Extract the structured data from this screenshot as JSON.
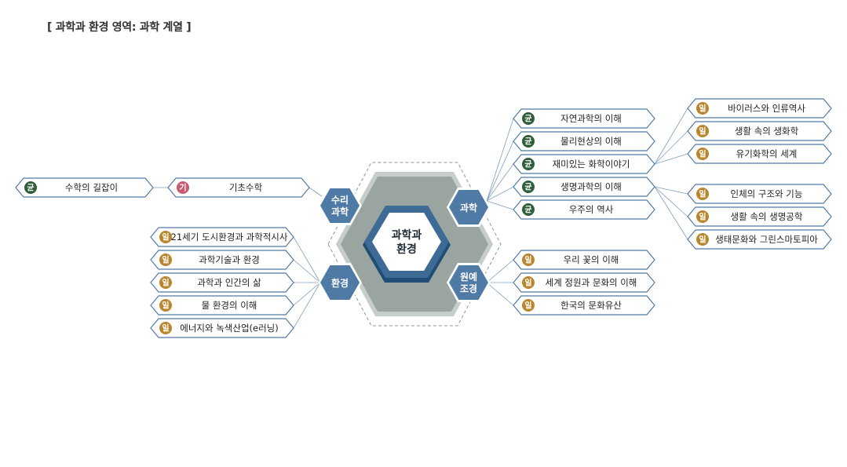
{
  "title": "[ 과학과 환경 영역: 과학 계열 ]",
  "center": {
    "line1": "과학과",
    "line2": "환경"
  },
  "categories": [
    {
      "id": "math",
      "line1": "수리",
      "line2": "과학"
    },
    {
      "id": "science",
      "line1": "과학",
      "line2": ""
    },
    {
      "id": "env",
      "line1": "환경",
      "line2": ""
    },
    {
      "id": "garden",
      "line1": "원예",
      "line2": "조경"
    }
  ],
  "badge_types": {
    "균": {
      "label": "균",
      "color": "#2e5e3a"
    },
    "기": {
      "label": "기",
      "color": "#c85a73"
    },
    "일": {
      "label": "일",
      "color": "#b9862e"
    }
  },
  "courses": {
    "math_foundation": {
      "badge": "기",
      "label": "기초수학"
    },
    "math_path": {
      "badge": "균",
      "label": "수학의 길잡이"
    },
    "science": [
      {
        "badge": "균",
        "label": "자연과학의 이해"
      },
      {
        "badge": "균",
        "label": "물리현상의 이해"
      },
      {
        "badge": "균",
        "label": "재미있는 화학이야기"
      },
      {
        "badge": "균",
        "label": "생명과학의 이해"
      },
      {
        "badge": "균",
        "label": "우주의 역사"
      }
    ],
    "chem_sub": [
      {
        "badge": "일",
        "label": "바이러스와 인류역사"
      },
      {
        "badge": "일",
        "label": "생활 속의 생화학"
      },
      {
        "badge": "일",
        "label": "유기화학의 세계"
      }
    ],
    "bio_sub": [
      {
        "badge": "일",
        "label": "인체의 구조와 기능"
      },
      {
        "badge": "일",
        "label": "생활 속의 생명공학"
      },
      {
        "badge": "일",
        "label": "생태문화와 그린스마토피아"
      }
    ],
    "env": [
      {
        "badge": "일",
        "label": "21세기 도시환경과 과학적시사"
      },
      {
        "badge": "일",
        "label": "과학기술과 환경"
      },
      {
        "badge": "일",
        "label": "과학과 인간의 삶"
      },
      {
        "badge": "일",
        "label": "물 환경의 이해"
      },
      {
        "badge": "일",
        "label": "에너지와 녹색산업(e러닝)"
      }
    ],
    "garden": [
      {
        "badge": "일",
        "label": "우리 꽃의 이해"
      },
      {
        "badge": "일",
        "label": "세계 정원과 문화의 이해"
      },
      {
        "badge": "일",
        "label": "한국의 문화유산"
      }
    ]
  },
  "colors": {
    "category_fill": "#4f7aa6",
    "center_ring_light": "#3e6b96",
    "center_ring_dark": "#1f4d73",
    "gray_hex": "#9aa5a1",
    "gray_hex_outer": "#c7ceca",
    "course_border": "#4f7aa6",
    "connector": "#7f9fbf"
  }
}
